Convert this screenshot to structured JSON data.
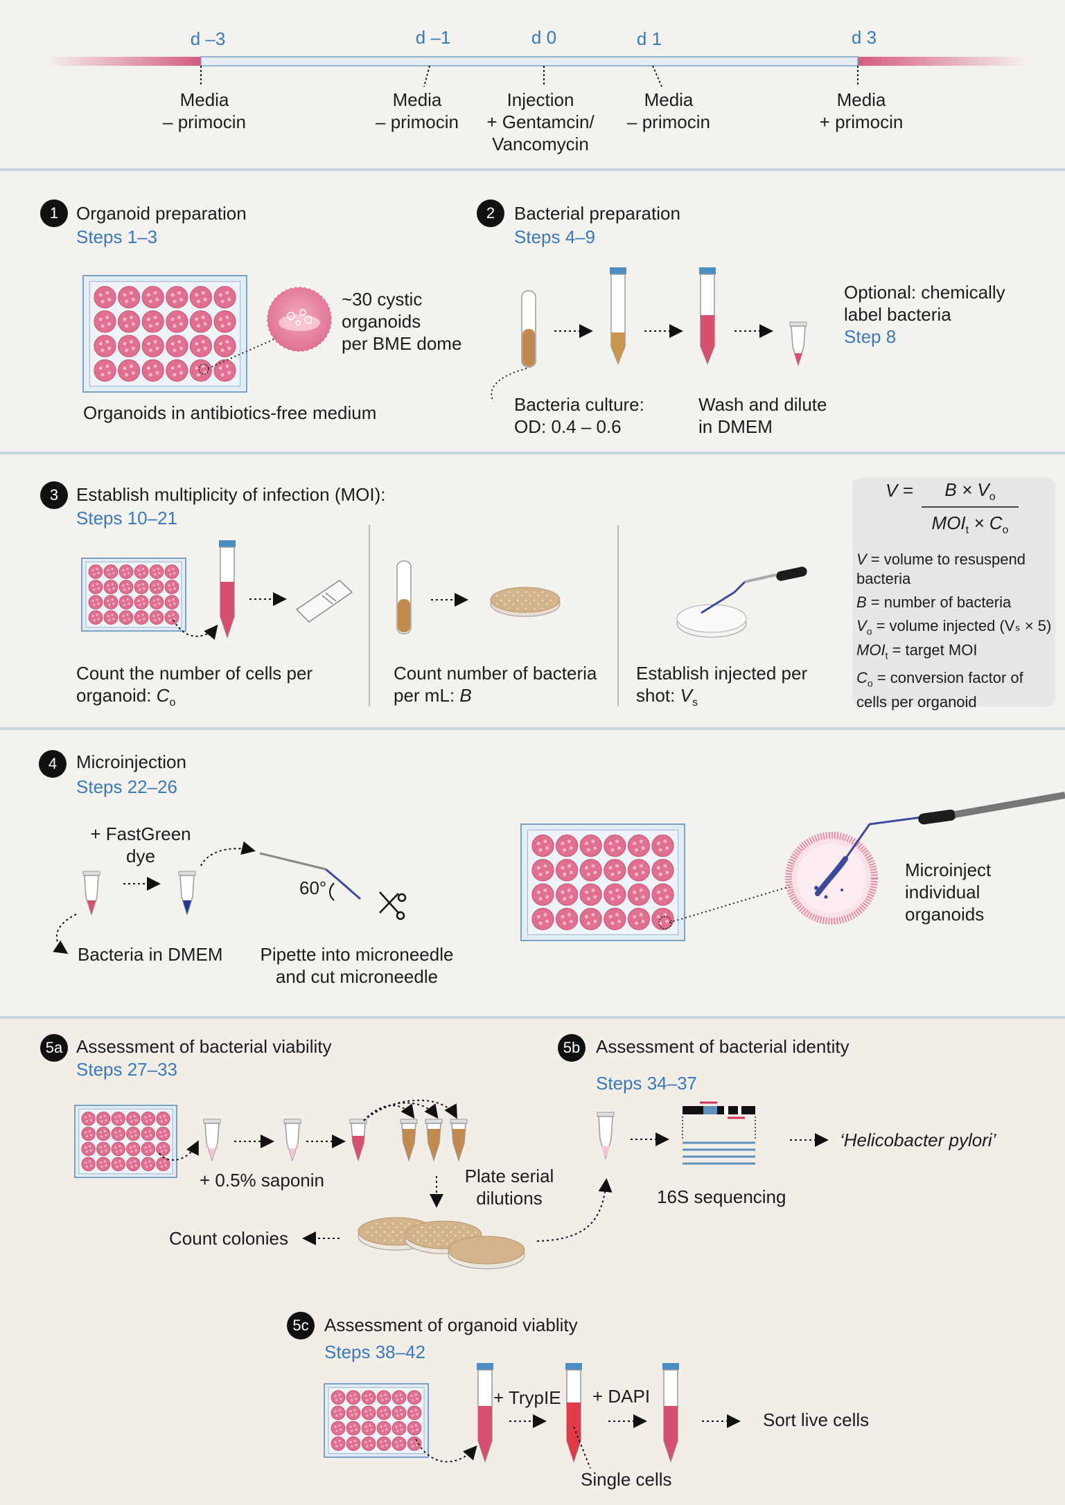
{
  "colors": {
    "accent_blue": "#3a79b9",
    "organoid_pink": "#e06f90",
    "tube_red": "#d83a57",
    "culture_tan": "#c59a6b",
    "background": "#f4f2ef",
    "separator": "#c7d6db"
  },
  "timeline": {
    "days": [
      "d –3",
      "d –1",
      "d 0",
      "d 1",
      "d 3"
    ],
    "events": [
      {
        "l1": "Media",
        "l2": "– primocin",
        "l3": ""
      },
      {
        "l1": "Media",
        "l2": "– primocin",
        "l3": ""
      },
      {
        "l1": "Injection",
        "l2": "+ Gentamcin/",
        "l3": "Vancomycin"
      },
      {
        "l1": "Media",
        "l2": "– primocin",
        "l3": ""
      },
      {
        "l1": "Media",
        "l2": "+ primocin",
        "l3": ""
      }
    ]
  },
  "s1": {
    "num": "1",
    "title": "Organoid preparation",
    "steps": "Steps 1–3",
    "dome1": "~30 cystic",
    "dome2": "organoids",
    "dome3": "per BME dome",
    "caption": "Organoids in antibiotics-free medium"
  },
  "s2": {
    "num": "2",
    "title": "Bacterial preparation",
    "steps": "Steps 4–9",
    "culture1": "Bacteria culture:",
    "culture2": "OD: 0.4 – 0.6",
    "wash1": "Wash and dilute",
    "wash2": "in DMEM",
    "opt1": "Optional: chemically",
    "opt2": "label bacteria",
    "opt_step": "Step 8"
  },
  "s3": {
    "num": "3",
    "title": "Establish multiplicity of infection (MOI):",
    "steps": "Steps 10–21",
    "cells1": "Count the number of cells per",
    "cells2": "organoid: ",
    "bact1": "Count number of bacteria",
    "bact2": "per mL: ",
    "bact_var": "B",
    "inj1": "Establish injected per",
    "inj2": "shot: ",
    "formula": {
      "lhs": "V =",
      "numer": "B × V",
      "numer_sub": "o",
      "denom_a": "MOI",
      "denom_sub1": "t",
      "denom_b": " × C",
      "denom_sub2": "o"
    },
    "legend": [
      {
        "var": "V",
        "sub": "",
        "text": " = volume to resuspend"
      },
      {
        "var": "",
        "sub": "",
        "text": "bacteria"
      },
      {
        "var": "B",
        "sub": "",
        "text": " = number of bacteria"
      },
      {
        "var": "V",
        "sub": "o",
        "text": " = volume injected (Vₛ × 5)"
      },
      {
        "var": "MOI",
        "sub": "t",
        "text": " = target MOI"
      },
      {
        "var": "C",
        "sub": "o",
        "text": " = conversion factor of"
      },
      {
        "var": "",
        "sub": "",
        "text": "cells per organoid"
      }
    ]
  },
  "s4": {
    "num": "4",
    "title": "Microinjection",
    "steps": "Steps 22–26",
    "dye1": "+ FastGreen",
    "dye2": "dye",
    "angle": "60°",
    "bact": "Bacteria in DMEM",
    "pip1": "Pipette into microneedle",
    "pip2": "and cut microneedle",
    "mi1": "Microinject",
    "mi2": "individual",
    "mi3": "organoids"
  },
  "s5a": {
    "num": "5a",
    "title": "Assessment of bacterial viability",
    "steps": "Steps 27–33",
    "saponin": "+ 0.5% saponin",
    "plate1": "Plate serial",
    "plate2": "dilutions",
    "count": "Count colonies"
  },
  "s5b": {
    "num": "5b",
    "title": "Assessment of bacterial identity",
    "steps": "Steps 34–37",
    "seq": "16S sequencing",
    "result": "‘Helicobacter pylori’"
  },
  "s5c": {
    "num": "5c",
    "title": "Assessment of organoid viablity",
    "steps": "Steps 38–42",
    "tryple": "+ TrypIE",
    "dapi": "+ DAPI",
    "sort": "Sort live cells",
    "single": "Single cells"
  }
}
